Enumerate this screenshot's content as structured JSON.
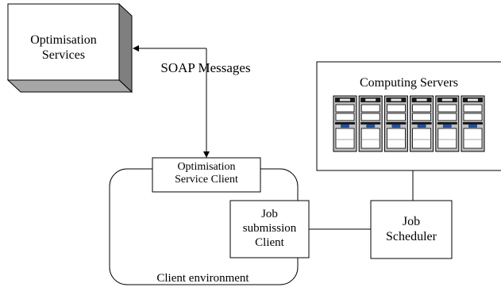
{
  "optimisation_services": {
    "line1": "Optimisation",
    "line2": "Services"
  },
  "soap_messages": "SOAP Messages",
  "computing_servers": {
    "title": "Computing Servers",
    "server_count": 6
  },
  "optimisation_client": {
    "line1": "Optimisation",
    "line2": "Service Client"
  },
  "job_submission_client": {
    "line1": "Job",
    "line2": "submission",
    "line3": "Client"
  },
  "job_scheduler": {
    "line1": "Job",
    "line2": "Scheduler"
  },
  "client_environment": "Client environment"
}
